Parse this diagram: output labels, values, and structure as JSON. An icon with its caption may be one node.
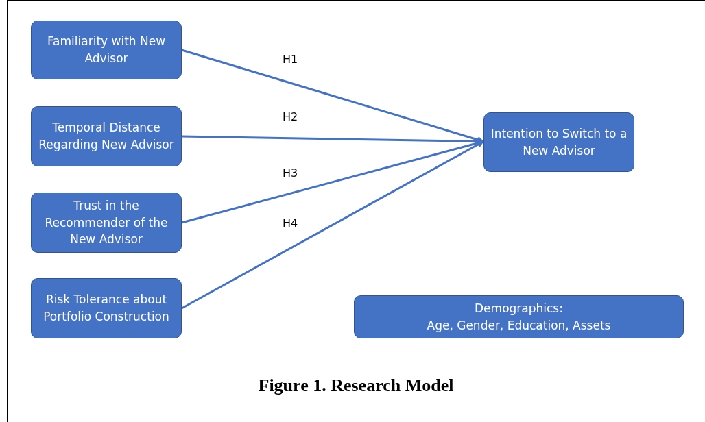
{
  "diagram": {
    "caption": "Figure 1. Research Model",
    "nodes": [
      {
        "text": [
          "Familiarity with New Advisor"
        ]
      },
      {
        "text": [
          "Temporal Distance Regarding New Advisor"
        ]
      },
      {
        "text": [
          "Trust in the Recommender of the New Advisor"
        ]
      },
      {
        "text": [
          "Risk Tolerance about Portfolio Construction"
        ]
      },
      {
        "text": [
          "Intention to Switch to a New Advisor"
        ]
      },
      {
        "text": [
          "Demographics:",
          "Age, Gender, Education, Assets"
        ]
      }
    ],
    "edges": [
      {
        "from": 0,
        "to": 4,
        "arrow": "to",
        "label": "H1"
      },
      {
        "from": 1,
        "to": 4,
        "arrow": "to",
        "label": "H2"
      },
      {
        "from": 2,
        "to": 4,
        "arrow": "to",
        "label": "H3"
      },
      {
        "from": 3,
        "to": 4,
        "arrow": "to",
        "label": "H4"
      }
    ]
  }
}
